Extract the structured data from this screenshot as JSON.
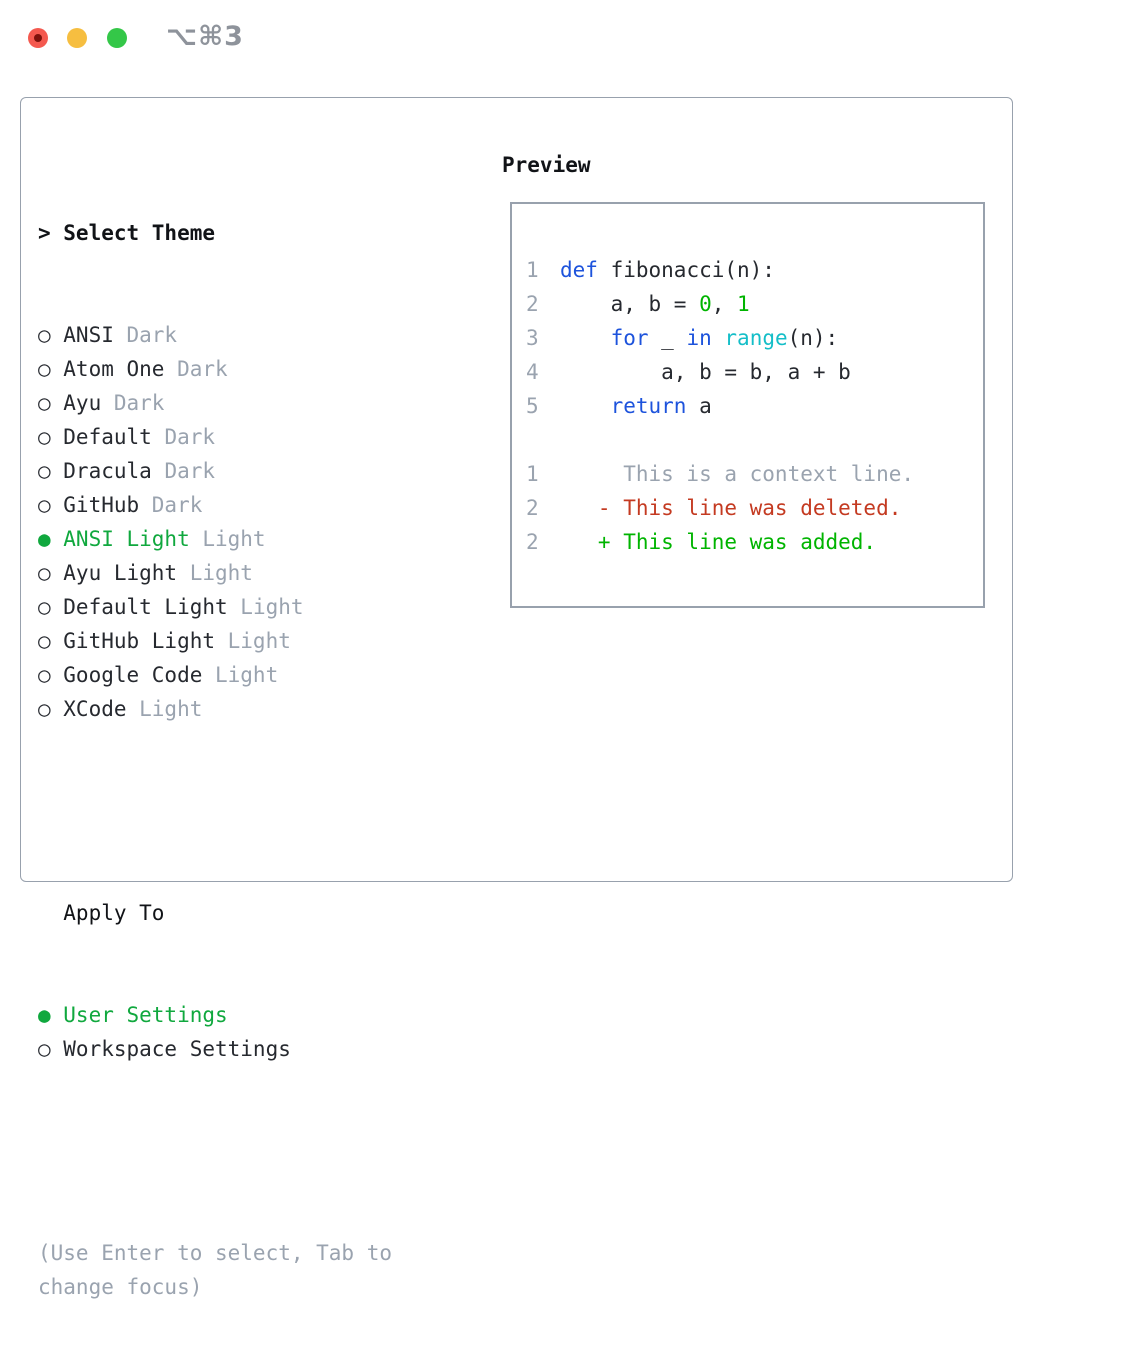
{
  "window": {
    "title": "⌥⌘3"
  },
  "icons": {
    "radio": "○",
    "radio_selected": "●",
    "cursor": ">"
  },
  "colors": {
    "selection_green": "#10a83e",
    "diff_added_green": "#00b400",
    "diff_deleted_red": "#c43a21",
    "keyword_blue": "#1d53dc",
    "builtin_cyan": "#14bec8",
    "muted_gray": "#9aa3af",
    "border_gray": "#98a1ad",
    "traffic_red": "#f4594f",
    "traffic_yellow": "#f6be40",
    "traffic_green": "#34c748"
  },
  "theme_list": {
    "cursor": ">",
    "header": "Select Theme",
    "items": [
      {
        "name": "ANSI",
        "variant": "Dark",
        "selected": false
      },
      {
        "name": "Atom One",
        "variant": "Dark",
        "selected": false
      },
      {
        "name": "Ayu",
        "variant": "Dark",
        "selected": false
      },
      {
        "name": "Default",
        "variant": "Dark",
        "selected": false
      },
      {
        "name": "Dracula",
        "variant": "Dark",
        "selected": false
      },
      {
        "name": "GitHub",
        "variant": "Dark",
        "selected": false
      },
      {
        "name": "ANSI Light",
        "variant": "Light",
        "selected": true
      },
      {
        "name": "Ayu Light",
        "variant": "Light",
        "selected": false
      },
      {
        "name": "Default Light",
        "variant": "Light",
        "selected": false
      },
      {
        "name": "GitHub Light",
        "variant": "Light",
        "selected": false
      },
      {
        "name": "Google Code",
        "variant": "Light",
        "selected": false
      },
      {
        "name": "XCode",
        "variant": "Light",
        "selected": false
      }
    ]
  },
  "apply_to": {
    "header": "Apply To",
    "options": [
      {
        "name": "User Settings",
        "variant": "",
        "selected": true
      },
      {
        "name": "Workspace Settings",
        "variant": "",
        "selected": false
      }
    ]
  },
  "help_text": "(Use Enter to select, Tab to change focus)",
  "preview": {
    "header": "Preview",
    "lines": [
      {
        "num": "1",
        "tokens": [
          {
            "t": "def",
            "c": "kw"
          },
          {
            "t": " fibonacci(n):",
            "c": "plain"
          }
        ]
      },
      {
        "num": "2",
        "tokens": [
          {
            "t": "    a, b = ",
            "c": "plain"
          },
          {
            "t": "0",
            "c": "num"
          },
          {
            "t": ", ",
            "c": "plain"
          },
          {
            "t": "1",
            "c": "num"
          }
        ]
      },
      {
        "num": "3",
        "tokens": [
          {
            "t": "    ",
            "c": "plain"
          },
          {
            "t": "for",
            "c": "kw"
          },
          {
            "t": " _ ",
            "c": "plain"
          },
          {
            "t": "in",
            "c": "kw"
          },
          {
            "t": " ",
            "c": "plain"
          },
          {
            "t": "range",
            "c": "fn"
          },
          {
            "t": "(n):",
            "c": "plain"
          }
        ]
      },
      {
        "num": "4",
        "tokens": [
          {
            "t": "        a, b = b, a + b",
            "c": "plain"
          }
        ]
      },
      {
        "num": "5",
        "tokens": [
          {
            "t": "    ",
            "c": "plain"
          },
          {
            "t": "return",
            "c": "kw"
          },
          {
            "t": " a",
            "c": "plain"
          }
        ]
      },
      {
        "num": "",
        "tokens": []
      },
      {
        "num": "1",
        "tokens": [
          {
            "t": "     This is a context line.",
            "c": "ctx"
          }
        ]
      },
      {
        "num": "2",
        "tokens": [
          {
            "t": "   - This line was deleted.",
            "c": "del"
          }
        ]
      },
      {
        "num": "2",
        "tokens": [
          {
            "t": "   + This line was added.",
            "c": "add"
          }
        ]
      }
    ]
  }
}
